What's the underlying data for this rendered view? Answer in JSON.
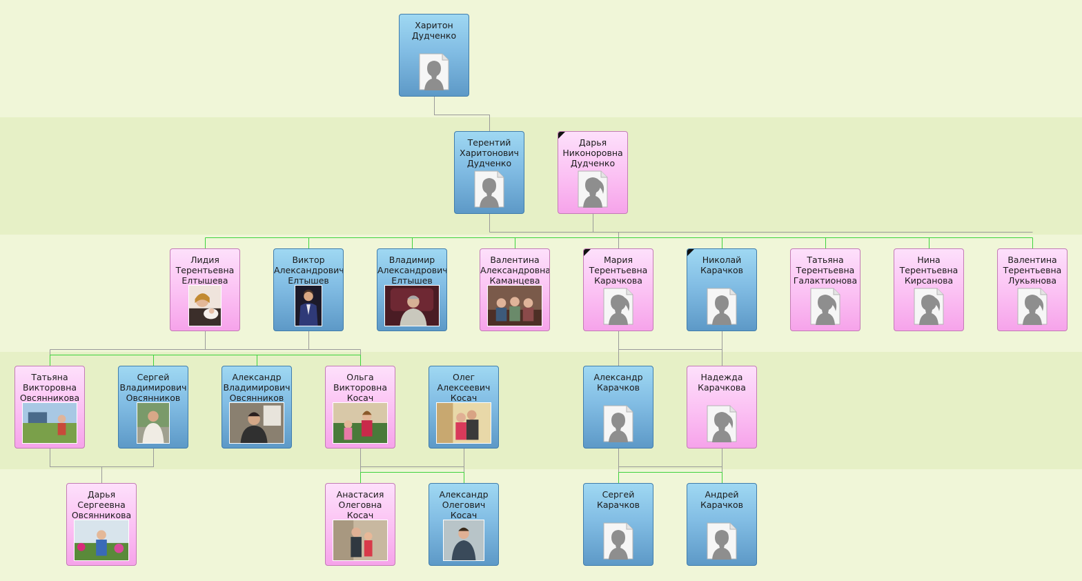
{
  "colors": {
    "band_light": "#f0f6d8",
    "band_dark": "#e6f0c6",
    "male_card": "#82bde4",
    "female_card": "#fbc0f3",
    "parent_line": "#999999",
    "sibling_line": "#3cd23c"
  },
  "people": [
    {
      "id": "p1",
      "name_lines": [
        "Харитон",
        "Дудченко"
      ],
      "gender": "male",
      "photo": "placeholder-male"
    },
    {
      "id": "p2",
      "name_lines": [
        "Терентий",
        "Харитонович",
        "Дудченко"
      ],
      "gender": "male",
      "photo": "placeholder-male"
    },
    {
      "id": "p3",
      "name_lines": [
        "Дарья",
        "Никоноровна",
        "Дудченко"
      ],
      "gender": "female",
      "photo": "placeholder-female",
      "deceased": true
    },
    {
      "id": "p4",
      "name_lines": [
        "Лидия",
        "Терентьевна",
        "Елтышева"
      ],
      "gender": "female",
      "photo": "photo-woman-with-baby"
    },
    {
      "id": "p5",
      "name_lines": [
        "Виктор",
        "Александрович",
        "Елтышев"
      ],
      "gender": "male",
      "photo": "photo-man-in-suit"
    },
    {
      "id": "p6",
      "name_lines": [
        "Владимир",
        "Александрович",
        "Елтышев"
      ],
      "gender": "male",
      "photo": "photo-man-sitting"
    },
    {
      "id": "p7",
      "name_lines": [
        "Валентина",
        "Александровна",
        "Каманцева"
      ],
      "gender": "female",
      "photo": "photo-group-on-sofa"
    },
    {
      "id": "p8",
      "name_lines": [
        "Мария",
        "Терентьевна",
        "Карачкова"
      ],
      "gender": "female",
      "photo": "placeholder-female",
      "deceased": true
    },
    {
      "id": "p9",
      "name_lines": [
        "Николай",
        "Карачков"
      ],
      "gender": "male",
      "photo": "placeholder-male",
      "deceased": true
    },
    {
      "id": "p10",
      "name_lines": [
        "Татьяна",
        "Терентьевна",
        "Галактионова"
      ],
      "gender": "female",
      "photo": "placeholder-female"
    },
    {
      "id": "p11",
      "name_lines": [
        "Нина",
        "Терентьевна",
        "Кирсанова"
      ],
      "gender": "female",
      "photo": "placeholder-female"
    },
    {
      "id": "p12",
      "name_lines": [
        "Валентина",
        "Терентьевна",
        "Лукьянова"
      ],
      "gender": "female",
      "photo": "placeholder-female"
    },
    {
      "id": "p13",
      "name_lines": [
        "Татьяна",
        "Викторовна",
        "Овсянникова"
      ],
      "gender": "female",
      "photo": "photo-field-outdoors"
    },
    {
      "id": "p14",
      "name_lines": [
        "Сергей",
        "Владимирович",
        "Овсянников"
      ],
      "gender": "male",
      "photo": "photo-man-outdoors"
    },
    {
      "id": "p15",
      "name_lines": [
        "Александр",
        "Владимирович",
        "Овсянников"
      ],
      "gender": "male",
      "photo": "photo-man-indoors"
    },
    {
      "id": "p16",
      "name_lines": [
        "Ольга",
        "Викторовна",
        "Косач"
      ],
      "gender": "female",
      "photo": "photo-woman-with-kids"
    },
    {
      "id": "p17",
      "name_lines": [
        "Олег",
        "Алексеевич",
        "Косач"
      ],
      "gender": "male",
      "photo": "photo-couple"
    },
    {
      "id": "p18",
      "name_lines": [
        "Александр",
        "Карачков"
      ],
      "gender": "male",
      "photo": "placeholder-male"
    },
    {
      "id": "p19",
      "name_lines": [
        "Надежда",
        "Карачкова"
      ],
      "gender": "female",
      "photo": "placeholder-female"
    },
    {
      "id": "p20",
      "name_lines": [
        "Дарья",
        "Сергеевна",
        "Овсянникова"
      ],
      "gender": "female",
      "photo": "photo-girl-with-flowers"
    },
    {
      "id": "p21",
      "name_lines": [
        "Анастасия",
        "Олеговна",
        "Косач"
      ],
      "gender": "female",
      "photo": "photo-two-girls"
    },
    {
      "id": "p22",
      "name_lines": [
        "Александр",
        "Олегович",
        "Косач"
      ],
      "gender": "male",
      "photo": "photo-boy"
    },
    {
      "id": "p23",
      "name_lines": [
        "Сергей",
        "Карачков"
      ],
      "gender": "male",
      "photo": "placeholder-male"
    },
    {
      "id": "p24",
      "name_lines": [
        "Андрей",
        "Карачков"
      ],
      "gender": "male",
      "photo": "placeholder-male"
    }
  ]
}
